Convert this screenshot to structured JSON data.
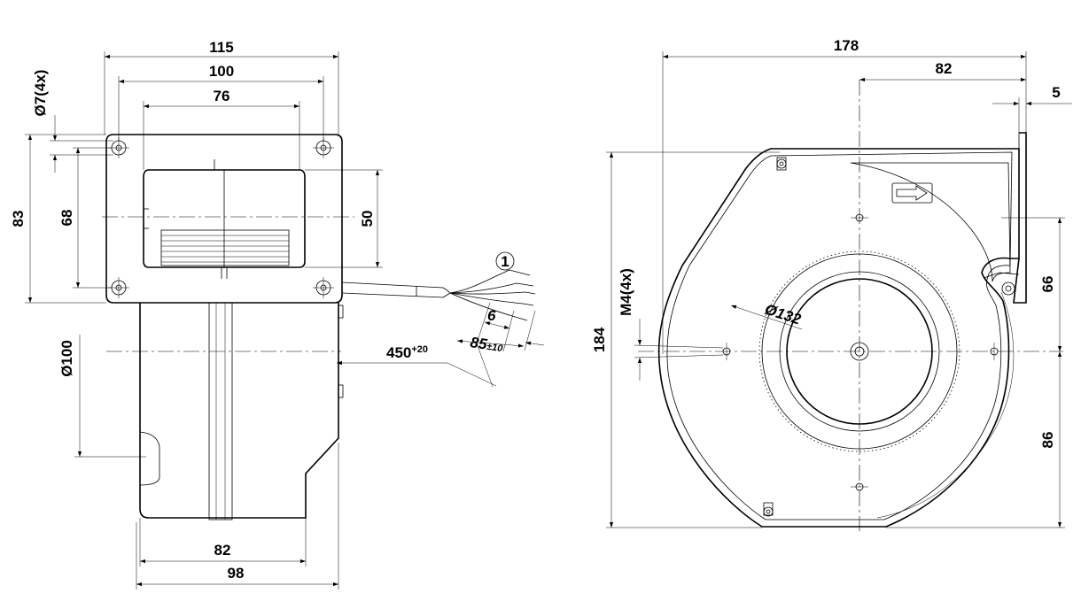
{
  "dimensions": {
    "d115": "115",
    "d100": "100",
    "d76": "76",
    "d7_4x": "Ø7(4x)",
    "d83": "83",
    "d68": "68",
    "d50": "50",
    "d100_dia": "Ø100",
    "d82_bottom": "82",
    "d98": "98",
    "d6": "6",
    "d85": "85",
    "d85_tol": "±10",
    "d450": "450",
    "d450_tol": "+20",
    "callout_1": "1",
    "d178": "178",
    "d82_top": "82",
    "d5": "5",
    "d184": "184",
    "d_m4": "M4(4x)",
    "d132": "Ø132",
    "d66": "66",
    "d86": "86"
  }
}
